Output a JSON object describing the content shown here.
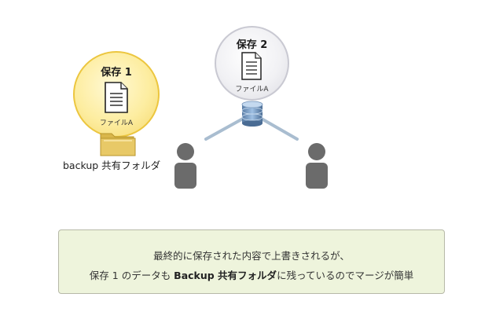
{
  "save1": {
    "title": "保存 1",
    "file_label": "ファイルA"
  },
  "save2": {
    "title": "保存 2",
    "file_label": "ファイルA"
  },
  "folder": {
    "label": "backup 共有フォルダ"
  },
  "note": {
    "line1": "最終的に保存された内容で上書きされるが、",
    "line2_pre": "保存 1 のデータも ",
    "line2_bold": "Backup 共有フォルダ",
    "line2_post": "に残っているのでマージが簡単"
  },
  "icons": [
    "document-icon",
    "folder-icon",
    "database-icon",
    "user-icon"
  ],
  "colors": {
    "bubble1_border": "#ecc63f",
    "bubble2_border": "#c9c9d2",
    "note_bg": "#eef4dc",
    "connector": "#a9bdd0",
    "user": "#6b6b6b"
  }
}
